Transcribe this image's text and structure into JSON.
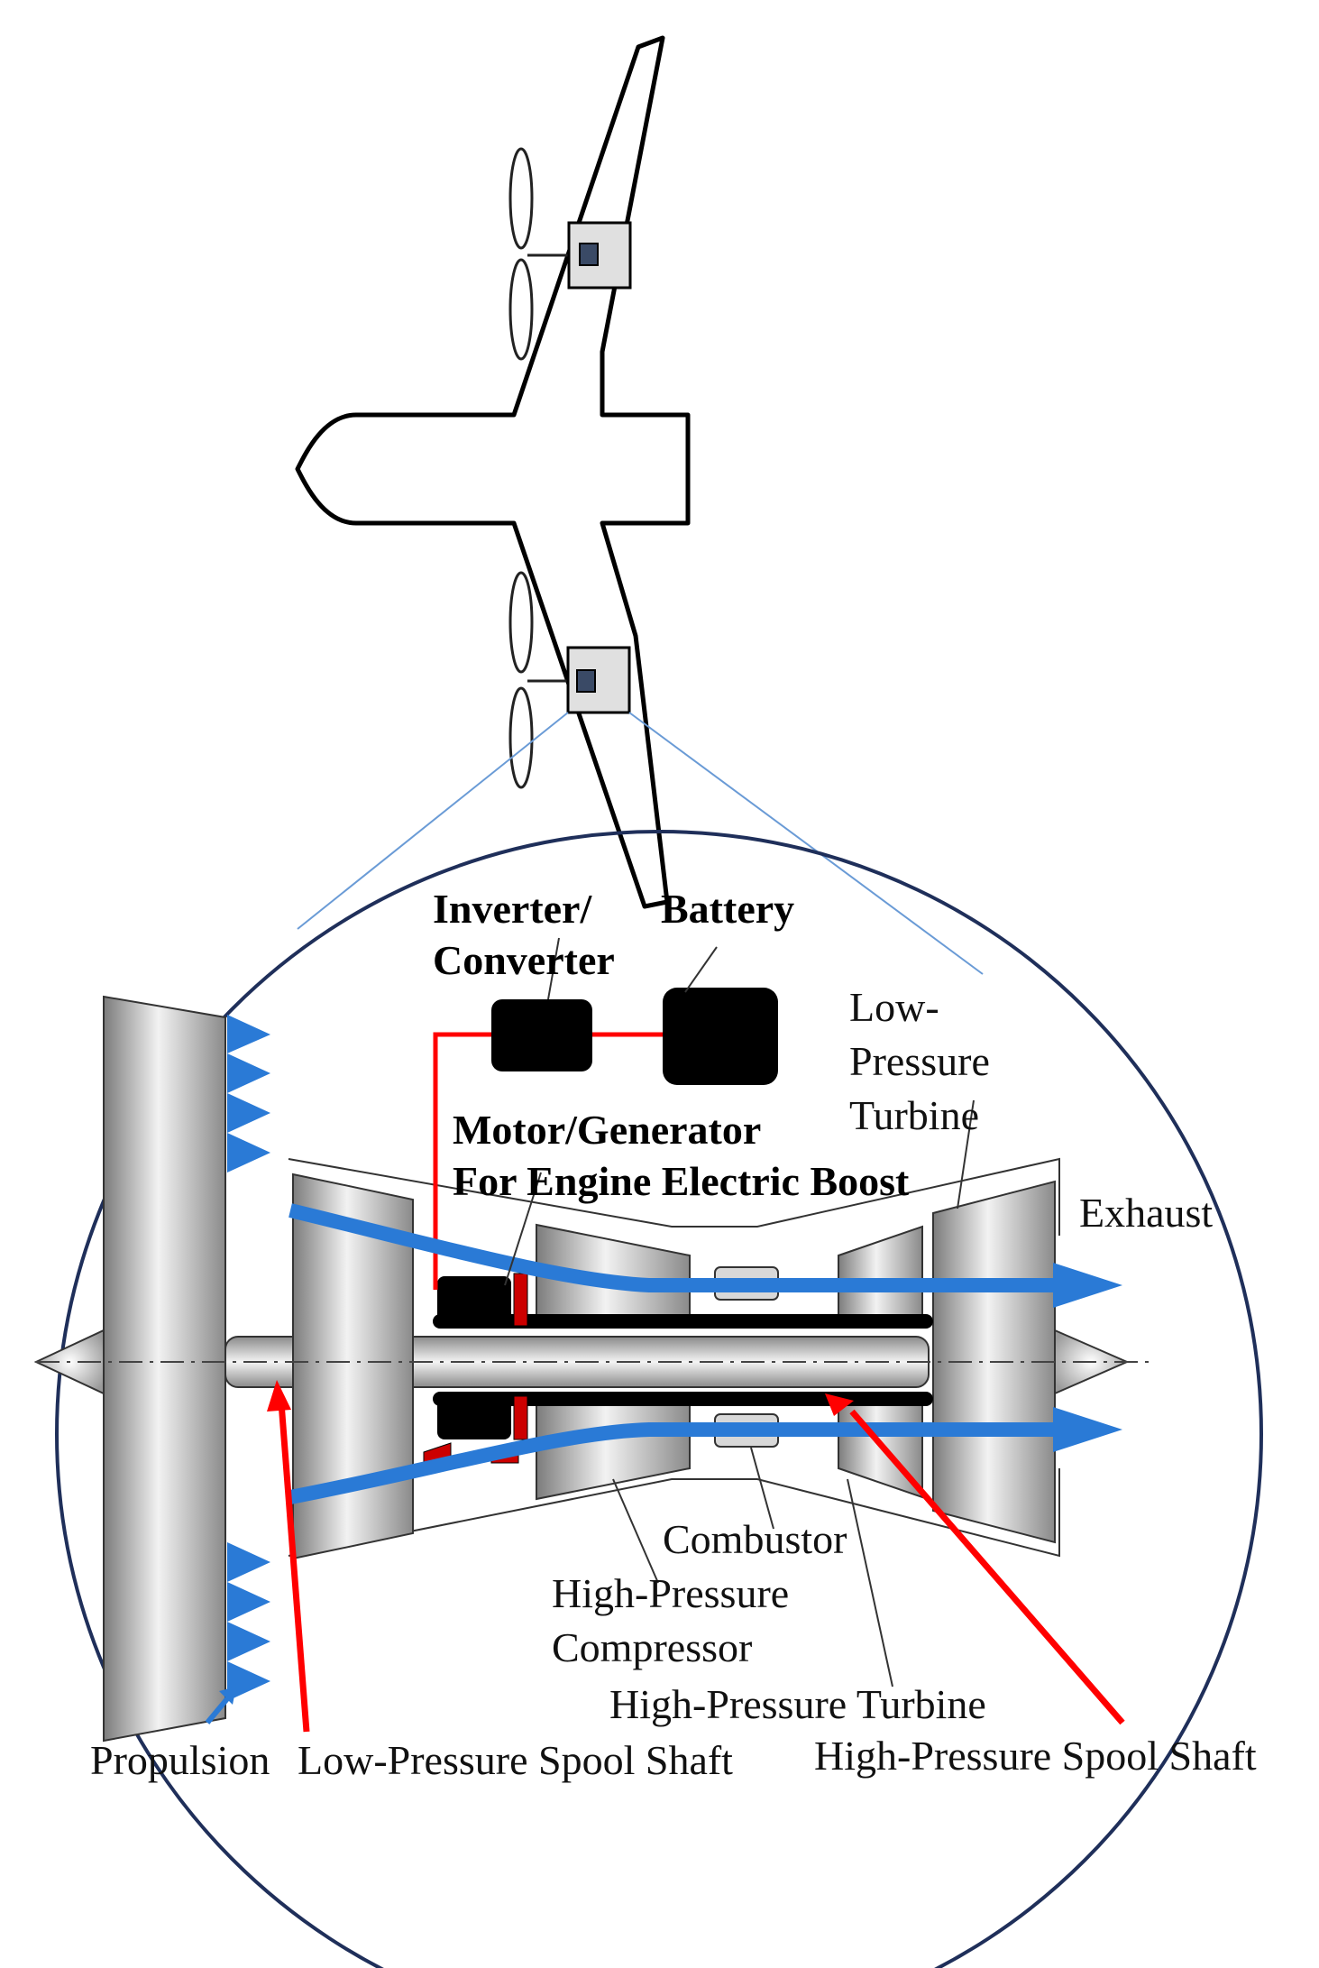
{
  "labels": {
    "inverter_1": "Inverter/",
    "inverter_2": "Converter",
    "battery": "Battery",
    "lpt_1": "Low-",
    "lpt_2": "Pressure",
    "lpt_3": "Turbine",
    "motor_1": "Motor/Generator",
    "motor_2": "For Engine Electric Boost",
    "exhaust": "Exhaust",
    "combustor": "Combustor",
    "hpc_1": "High-Pressure",
    "hpc_2": "Compressor",
    "hpt": "High-Pressure Turbine",
    "propulsion": "Propulsion",
    "lp_shaft": "Low-Pressure Spool Shaft",
    "hp_shaft": "High-Pressure Spool Shaft"
  },
  "colors": {
    "airflow": "#2a7ad6",
    "power_line": "#ff0000",
    "component_dark": "#000000",
    "zoom_circle": "#1f2f5a",
    "zoom_lines": "#6a9bd6",
    "engine_grey": "#9a9a9a"
  }
}
